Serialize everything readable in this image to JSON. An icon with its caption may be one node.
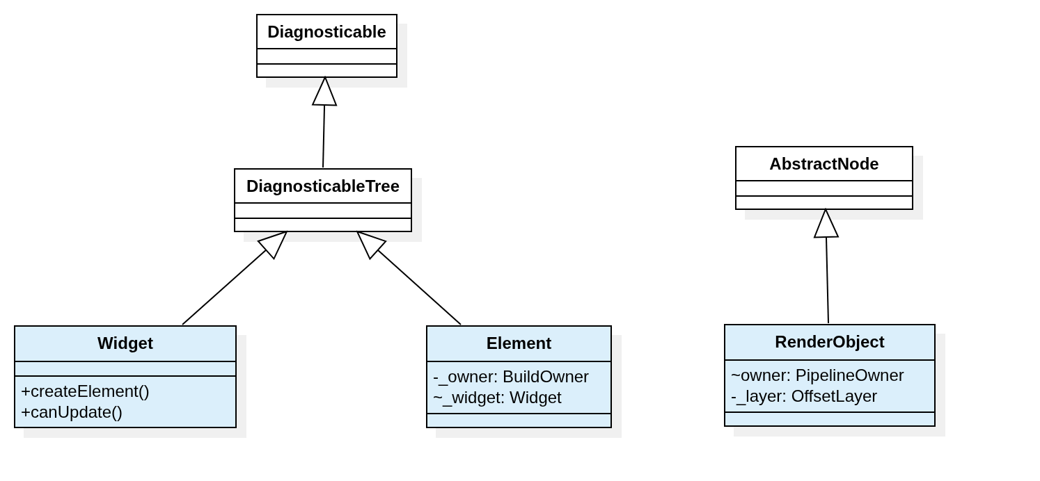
{
  "diagram": {
    "nodes": [
      {
        "text": [
          "Diagnosticable"
        ]
      },
      {
        "text": [
          "DiagnosticableTree"
        ]
      },
      {
        "text": [
          "Widget",
          "+createElement()",
          "+canUpdate()"
        ]
      },
      {
        "text": [
          "Element",
          "-_owner: BuildOwner",
          "~_widget: Widget"
        ]
      },
      {
        "text": [
          "AbstractNode"
        ]
      },
      {
        "text": [
          "RenderObject",
          "~owner: PipelineOwner",
          "-_layer: OffsetLayer"
        ]
      }
    ],
    "edges": [
      {
        "from": 1,
        "to": 0,
        "arrow": "to"
      },
      {
        "from": 2,
        "to": 1,
        "arrow": "to"
      },
      {
        "from": 3,
        "to": 1,
        "arrow": "to"
      },
      {
        "from": 5,
        "to": 4,
        "arrow": "to"
      }
    ]
  }
}
